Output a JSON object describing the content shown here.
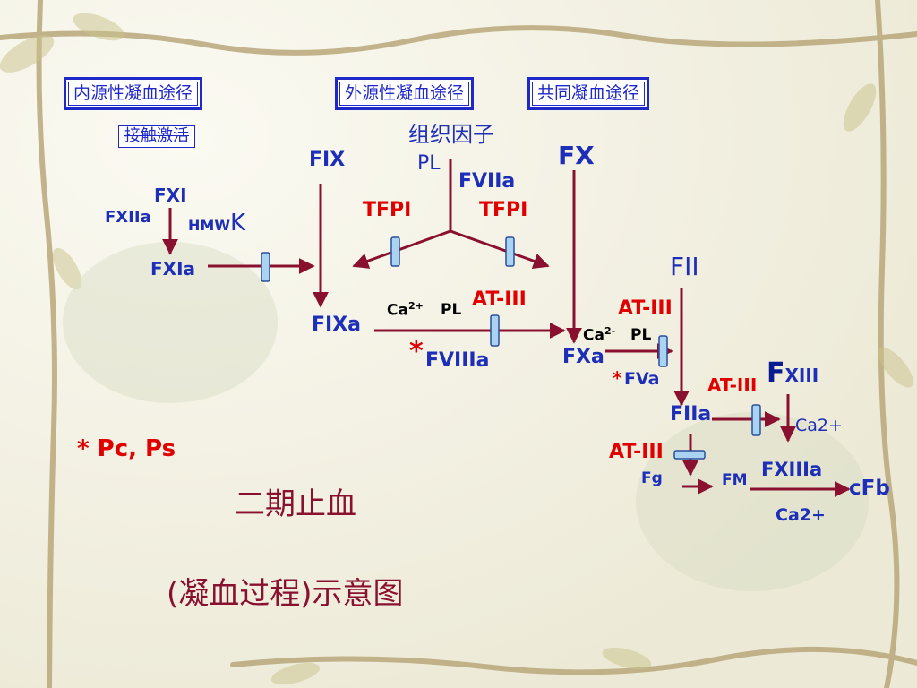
{
  "boxes": {
    "intrinsic": "内源性凝血途径",
    "extrinsic": "外源性凝血途径",
    "common": "共同凝血途径",
    "contact": "接触激活"
  },
  "labels": {
    "tissue_factor": "组织因子",
    "pl_top": "PL",
    "fvii_a": "FVIIa",
    "fix": "FIX",
    "fx": "FX",
    "fxi": "FXI",
    "fxiia": "FXIIa",
    "hmwk_small": "HMW",
    "hmwk_k": "K",
    "fxia": "FXIa",
    "tfpi_left": "TFPI",
    "tfpi_right": "TFPI",
    "fii": "FII",
    "ca_1": "Ca",
    "ca_1_sup": "2+",
    "pl_1": "PL",
    "at3_1": "AT-III",
    "at3_2": "AT-III",
    "fixa": "FIXa",
    "ca_2": "Ca",
    "ca_2_sup": "2-",
    "pl_2": "PL",
    "star_1": "*",
    "fviiia": "FVIIIa",
    "fxa": "FXa",
    "star_2": "*",
    "fva": "FVa",
    "fxiii_f": "F",
    "fxiii_rest": "XIII",
    "at3_3": "AT-III",
    "fiia": "FIIa",
    "ca2plus_1": "Ca2+",
    "at3_4": "AT-III",
    "fg": "Fg",
    "fm": "FM",
    "fxiiia": "FXIIIa",
    "cfb": "cFb",
    "ca2plus_2": "Ca2+",
    "pc_ps": "* Pc, Ps",
    "caption_1": "二期止血",
    "caption_2": "(凝血过程)示意图"
  },
  "colors": {
    "arrow": "#8a1030",
    "inhibitor_bar_fill": "#a9d3f0",
    "inhibitor_bar_stroke": "#2a4f9a",
    "blue_text": "#1d2fb8",
    "red_text": "#e00000"
  }
}
